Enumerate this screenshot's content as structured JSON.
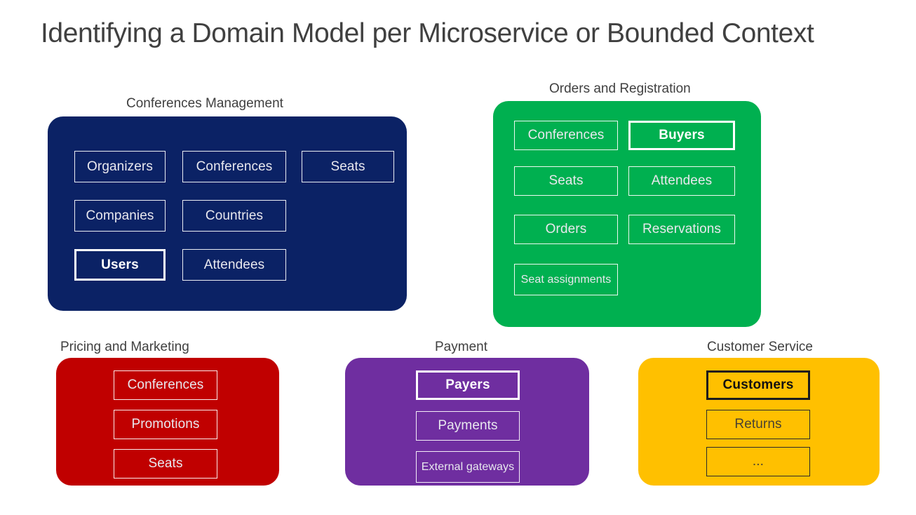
{
  "slide": {
    "title": "Identifying a Domain Model per Microservice or Bounded Context"
  },
  "contexts": [
    {
      "id": "conferences-management",
      "label": "Conferences Management",
      "color": "#0b2265",
      "text_style": "light",
      "entities": [
        {
          "name": "Organizers",
          "highlight": false
        },
        {
          "name": "Conferences",
          "highlight": false
        },
        {
          "name": "Seats",
          "highlight": false
        },
        {
          "name": "Companies",
          "highlight": false
        },
        {
          "name": "Countries",
          "highlight": false
        },
        {
          "name": "Users",
          "highlight": true
        },
        {
          "name": "Attendees",
          "highlight": false
        }
      ]
    },
    {
      "id": "orders-and-registration",
      "label": "Orders and Registration",
      "color": "#00b050",
      "text_style": "light",
      "entities": [
        {
          "name": "Conferences",
          "highlight": false
        },
        {
          "name": "Buyers",
          "highlight": true
        },
        {
          "name": "Seats",
          "highlight": false
        },
        {
          "name": "Attendees",
          "highlight": false
        },
        {
          "name": "Orders",
          "highlight": false
        },
        {
          "name": "Reservations",
          "highlight": false
        },
        {
          "name": "Seat assignments",
          "highlight": false
        }
      ]
    },
    {
      "id": "pricing-and-marketing",
      "label": "Pricing and Marketing",
      "color": "#c00000",
      "text_style": "light",
      "entities": [
        {
          "name": "Conferences",
          "highlight": false
        },
        {
          "name": "Promotions",
          "highlight": false
        },
        {
          "name": "Seats",
          "highlight": false
        }
      ]
    },
    {
      "id": "payment",
      "label": "Payment",
      "color": "#6f2ea0",
      "text_style": "light",
      "entities": [
        {
          "name": "Payers",
          "highlight": true
        },
        {
          "name": "Payments",
          "highlight": false
        },
        {
          "name": "External gateways",
          "highlight": false
        }
      ]
    },
    {
      "id": "customer-service",
      "label": "Customer Service",
      "color": "#ffc000",
      "text_style": "dark",
      "entities": [
        {
          "name": "Customers",
          "highlight": true
        },
        {
          "name": "Returns",
          "highlight": false
        },
        {
          "name": "...",
          "highlight": false
        }
      ]
    }
  ]
}
